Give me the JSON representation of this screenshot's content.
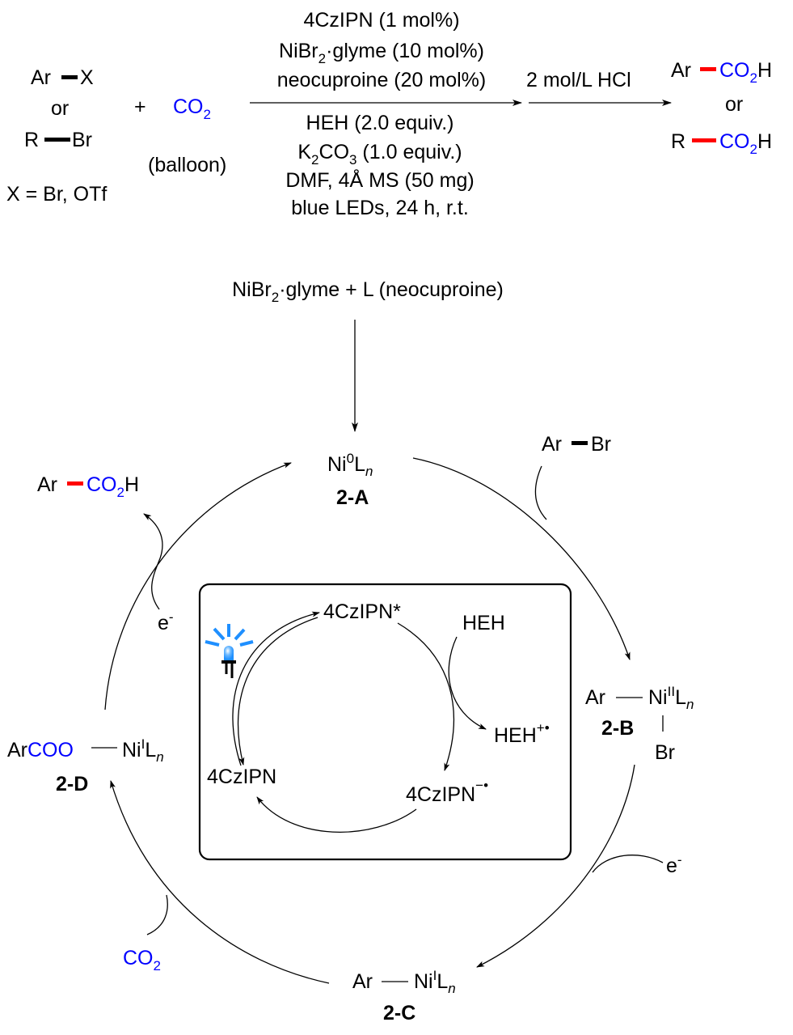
{
  "colors": {
    "text": "#000000",
    "co2_blue": "#0000ff",
    "new_bond_red": "#ff0000",
    "led_blue": "#1e8fff"
  },
  "reaction": {
    "reactant_1": {
      "a": "Ar",
      "b": "X"
    },
    "or_1": "or",
    "reactant_2": {
      "a": "R",
      "b": "Br"
    },
    "x_def": "X = Br, OTf",
    "plus": "+",
    "co2": {
      "main": "CO",
      "sub": "2"
    },
    "co2_note": "(balloon)",
    "above_arrow": [
      {
        "text": "4CzIPN (1 mol%)"
      },
      {
        "pre": "NiBr",
        "sub": "2",
        "post": "·glyme (10 mol%)"
      },
      {
        "text": "neocuproine (20 mol%)"
      }
    ],
    "below_arrow": [
      {
        "text": "HEH (2.0 equiv.)"
      },
      {
        "pre": "K",
        "sub": "2",
        "mid": "CO",
        "sub2": "3",
        "post": " (1.0 equiv.)"
      },
      {
        "text": "DMF, 4Å MS (50 mg)"
      },
      {
        "text": "blue LEDs, 24 h, r.t."
      }
    ],
    "workup": "2 mol/L HCl",
    "product_1": {
      "a": "Ar",
      "b": "CO",
      "sub": "2",
      "c": "H"
    },
    "or_2": "or",
    "product_2": {
      "a": "R",
      "b": "CO",
      "sub": "2",
      "c": "H"
    }
  },
  "mechanism": {
    "precatalyst": {
      "pre": "NiBr",
      "sub": "2",
      "post": "·glyme + L (neocuproine)"
    },
    "species_2A": {
      "ni": "Ni",
      "ox": "0",
      "l": "L",
      "n": "n",
      "label": "2-A"
    },
    "species_2B": {
      "ar": "Ar",
      "ni": "Ni",
      "ox": "II",
      "l": "L",
      "n": "n",
      "br": "Br",
      "label": "2-B"
    },
    "species_2C": {
      "ar": "Ar",
      "ni": "Ni",
      "ox": "I",
      "l": "L",
      "n": "n",
      "label": "2-C"
    },
    "species_2D": {
      "ar": "Ar",
      "coo": "COO",
      "ni": "Ni",
      "ox": "I",
      "l": "L",
      "n": "n",
      "label": "2-D"
    },
    "substrate_in": {
      "a": "Ar",
      "b": "Br"
    },
    "co2_in": {
      "main": "CO",
      "sub": "2"
    },
    "electron_1": {
      "e": "e",
      "charge": "-"
    },
    "electron_2": {
      "e": "e",
      "charge": "-"
    },
    "product_out": {
      "a": "Ar",
      "b": "CO",
      "sub": "2",
      "c": "H"
    },
    "photocycle": {
      "excited": "4CzIPN*",
      "ground": "4CzIPN",
      "reduced": {
        "main": "4CzIPN",
        "sup": "−•"
      },
      "donor": "HEH",
      "donor_ox": {
        "main": "HEH",
        "sup": "+•"
      }
    }
  }
}
